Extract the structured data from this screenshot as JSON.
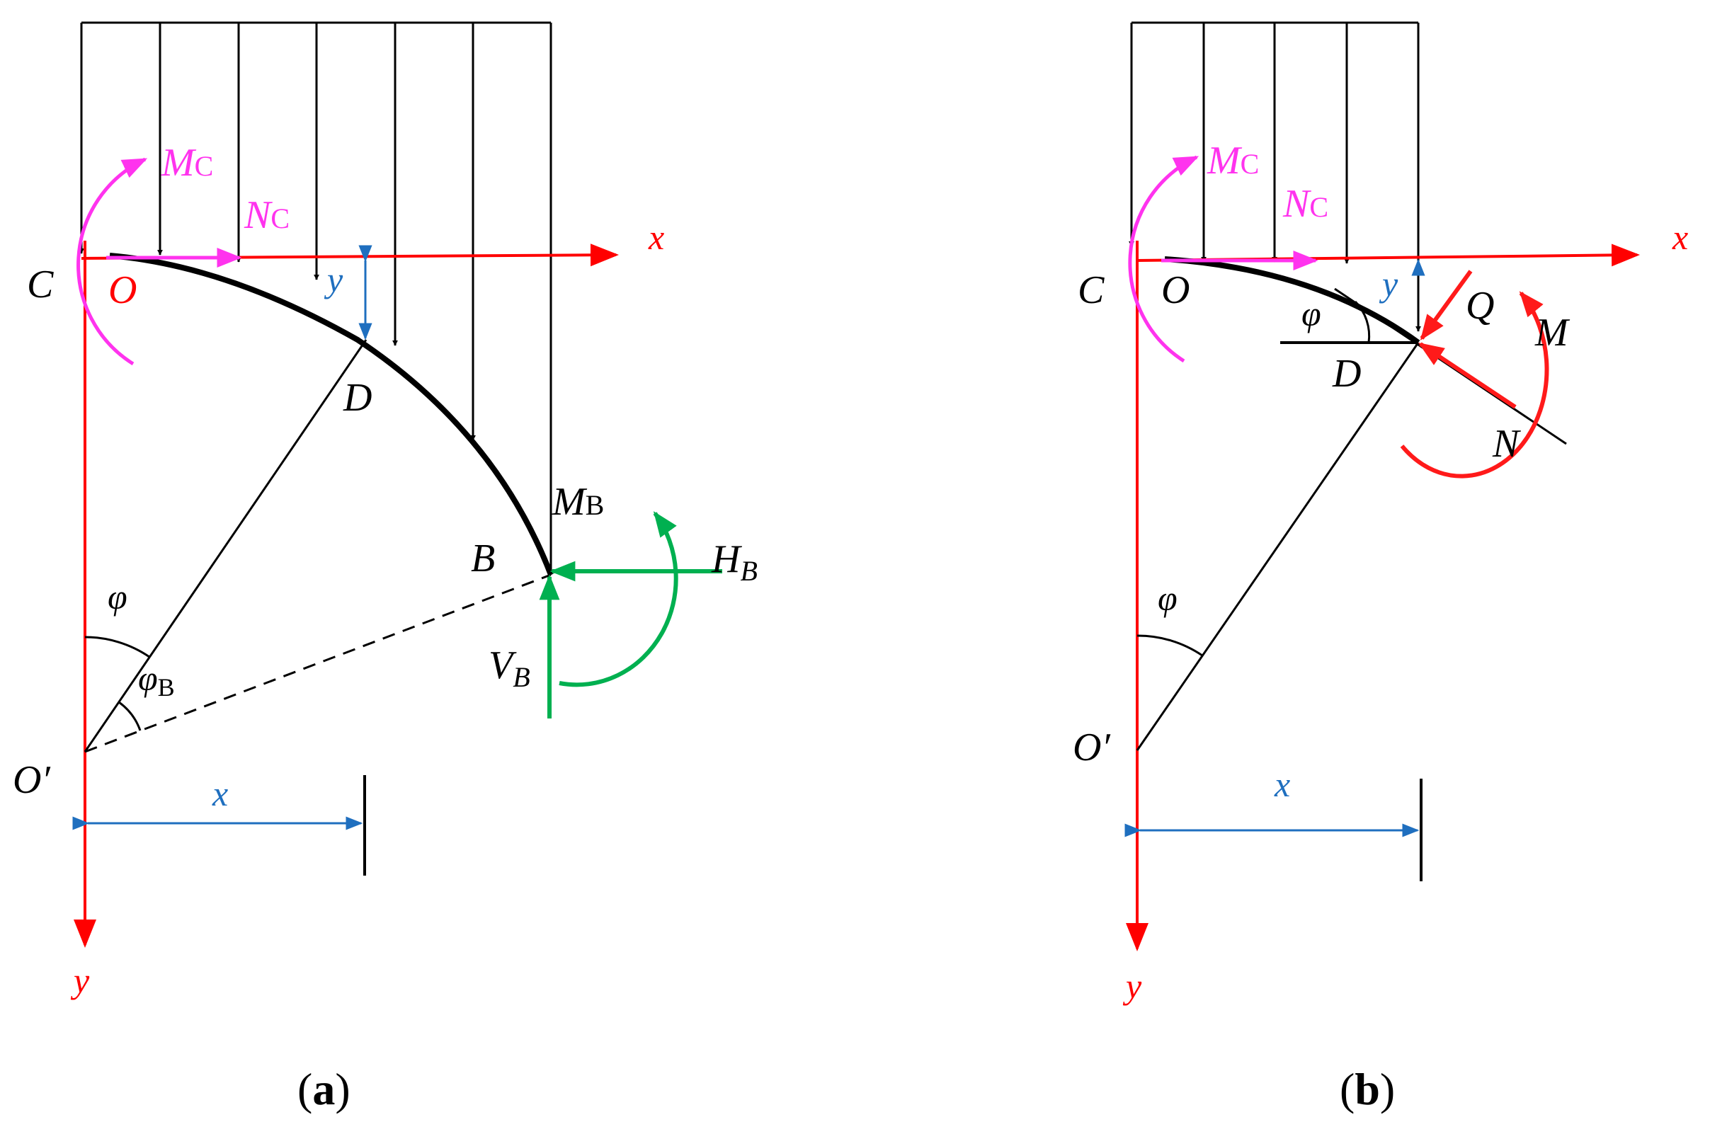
{
  "colors": {
    "black": "#000000",
    "axis": "#ff0000",
    "magenta": "#ff33ee",
    "blue": "#1f6fbf",
    "green": "#00b050",
    "internal": "#ff1a1a"
  },
  "panel_a": {
    "caption_open": "(",
    "caption_letter": "a",
    "caption_close": ")",
    "axis_x": "x",
    "axis_y": "y",
    "point_C": "C",
    "point_O": "O",
    "point_D": "D",
    "point_B": "B",
    "point_O_prime": "O′",
    "M_C_main": "M",
    "M_C_sub": "C",
    "N_C_main": "N",
    "N_C_sub": "C",
    "y_dim": "y",
    "x_dim": "x",
    "M_B_main": "M",
    "M_B_sub": "B",
    "H_B_main": "H",
    "H_B_sub": "B",
    "V_B_main": "V",
    "V_B_sub": "B",
    "phi": "φ",
    "phi_B_main": "φ",
    "phi_B_sub": "B"
  },
  "panel_b": {
    "caption_open": "(",
    "caption_letter": "b",
    "caption_close": ")",
    "axis_x": "x",
    "axis_y": "y",
    "point_C": "C",
    "point_O": "O",
    "point_D": "D",
    "point_O_prime": "O′",
    "M_C_main": "M",
    "M_C_sub": "C",
    "N_C_main": "N",
    "N_C_sub": "C",
    "y_dim": "y",
    "x_dim": "x",
    "phi_top": "φ",
    "phi_bottom": "φ",
    "Q": "Q",
    "M": "M",
    "N": "N"
  }
}
